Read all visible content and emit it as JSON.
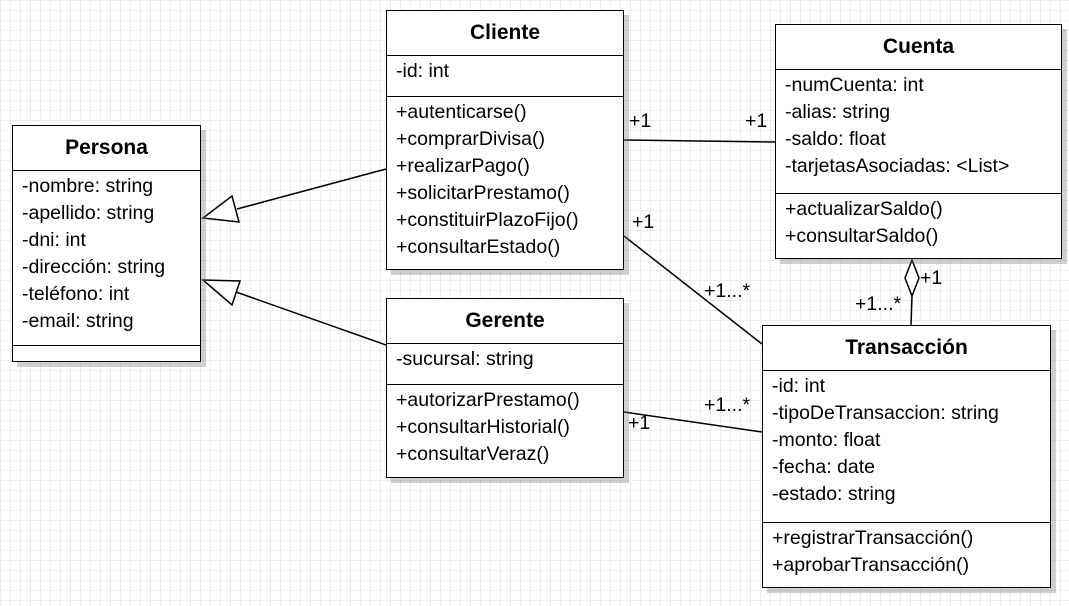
{
  "classes": {
    "persona": {
      "name": "Persona",
      "attributes": [
        "-nombre: string",
        "-apellido: string",
        "-dni: int",
        "-dirección: string",
        "-teléfono: int",
        "-email: string"
      ],
      "methods": []
    },
    "cliente": {
      "name": "Cliente",
      "attributes": [
        "-id: int"
      ],
      "methods": [
        "+autenticarse()",
        "+comprarDivisa()",
        "+realizarPago()",
        "+solicitarPrestamo()",
        "+constituirPlazoFijo()",
        "+consultarEstado()"
      ]
    },
    "gerente": {
      "name": "Gerente",
      "attributes": [
        "-sucursal: string"
      ],
      "methods": [
        "+autorizarPrestamo()",
        "+consultarHistorial()",
        "+consultarVeraz()"
      ]
    },
    "cuenta": {
      "name": "Cuenta",
      "attributes": [
        "-numCuenta: int",
        "-alias: string",
        "-saldo: float",
        "-tarjetasAsociadas: <List>"
      ],
      "methods": [
        "+actualizarSaldo()",
        "+consultarSaldo()"
      ]
    },
    "transaccion": {
      "name": "Transacción",
      "attributes": [
        "-id: int",
        "-tipoDeTransaccion: string",
        "-monto: float",
        "-fecha: date",
        "-estado: string"
      ],
      "methods": [
        "+registrarTransacción()",
        "+aprobarTransacción()"
      ]
    }
  },
  "multiplicities": {
    "cliente_cuenta_cliente_end": "+1",
    "cliente_cuenta_cuenta_end": "+1",
    "cliente_transaccion_cliente_end": "+1",
    "cliente_transaccion_transaccion_end": "+1...*",
    "cuenta_transaccion_cuenta_end": "+1",
    "cuenta_transaccion_transaccion_end": "+1...*",
    "gerente_transaccion_gerente_end": "+1",
    "gerente_transaccion_transaccion_end": "+1...*"
  },
  "colors": {
    "line": "#000000",
    "grid": "#ececec",
    "shadow": "#999999"
  }
}
